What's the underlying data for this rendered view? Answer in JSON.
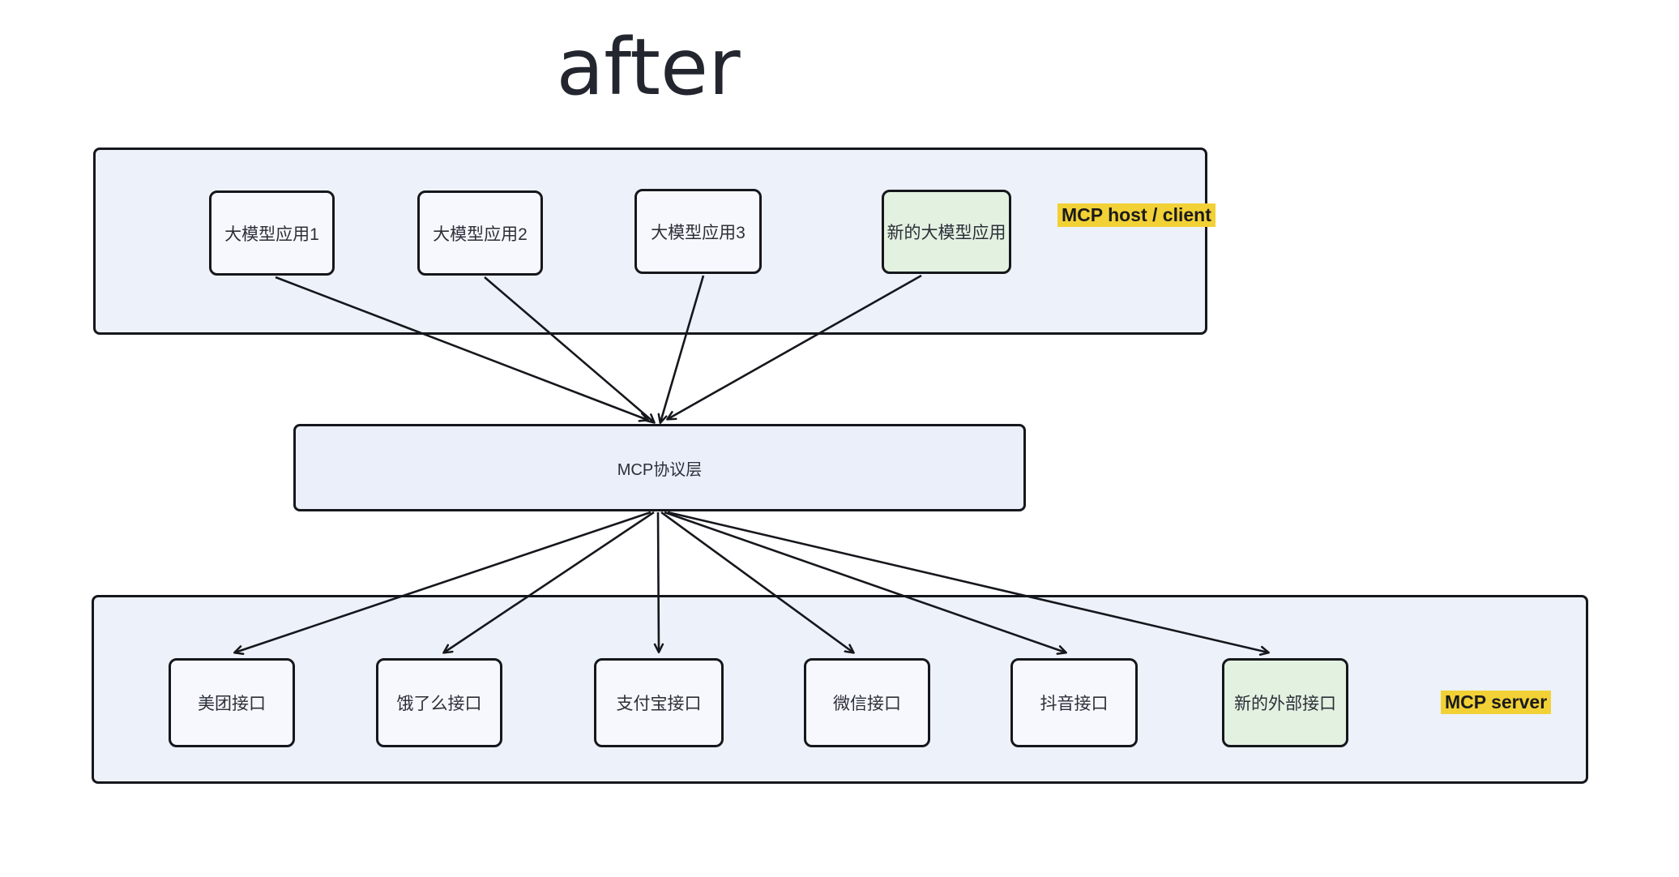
{
  "title": "after",
  "diagram": {
    "host_group": {
      "label": "MCP host / client",
      "apps": [
        {
          "label": "大模型应用1",
          "highlight": false
        },
        {
          "label": "大模型应用2",
          "highlight": false
        },
        {
          "label": "大模型应用3",
          "highlight": false
        },
        {
          "label": "新的大模型应用",
          "highlight": true
        }
      ]
    },
    "protocol": {
      "label": "MCP协议层"
    },
    "server_group": {
      "label": "MCP server",
      "interfaces": [
        {
          "label": "美团接口",
          "highlight": false
        },
        {
          "label": "饿了么接口",
          "highlight": false
        },
        {
          "label": "支付宝接口",
          "highlight": false
        },
        {
          "label": "微信接口",
          "highlight": false
        },
        {
          "label": "抖音接口",
          "highlight": false
        },
        {
          "label": "新的外部接口",
          "highlight": true
        }
      ]
    },
    "edges": {
      "apps_to_protocol": "all app nodes point into top center of protocol layer",
      "protocol_to_interfaces": "protocol layer bottom center points to each interface node"
    }
  },
  "colors": {
    "group_fill": "#edf1f9",
    "node_fill": "#f6f8fd",
    "new_node_fill": "#e3f1e1",
    "highlight_label_bg": "#f2d136",
    "border": "#15171c",
    "title_text": "#23262e"
  }
}
